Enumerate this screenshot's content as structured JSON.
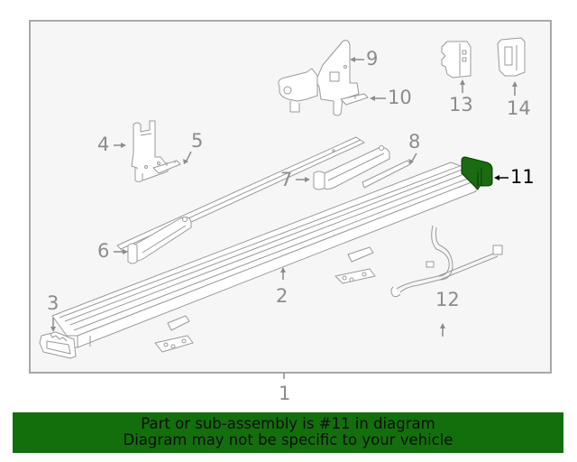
{
  "diagram": {
    "highlight_color": "#1a6b12",
    "line_color": "#9a9a9a",
    "panel_background": "#f6f6f6",
    "parts": [
      {
        "id": "1",
        "label": "1"
      },
      {
        "id": "2",
        "label": "2"
      },
      {
        "id": "3",
        "label": "3"
      },
      {
        "id": "4",
        "label": "4"
      },
      {
        "id": "5",
        "label": "5"
      },
      {
        "id": "6",
        "label": "6"
      },
      {
        "id": "7",
        "label": "7"
      },
      {
        "id": "8",
        "label": "8"
      },
      {
        "id": "9",
        "label": "9"
      },
      {
        "id": "10",
        "label": "10"
      },
      {
        "id": "11",
        "label": "11",
        "highlighted": true
      },
      {
        "id": "12",
        "label": "12"
      },
      {
        "id": "13",
        "label": "13"
      },
      {
        "id": "14",
        "label": "14"
      }
    ]
  },
  "footer": {
    "line1": "Part or sub-assembly is #11 in diagram",
    "line2": "Diagram may not be specific to your vehicle",
    "background": "#136f0c"
  }
}
